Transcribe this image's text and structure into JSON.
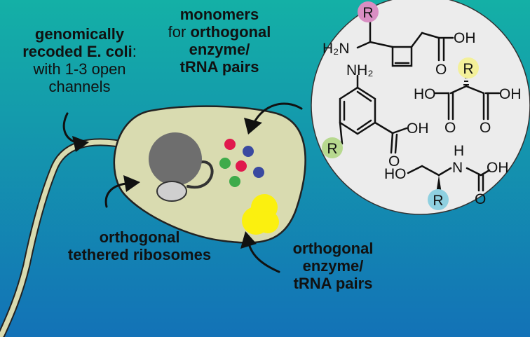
{
  "labels": {
    "genomic": {
      "line1": "genomically",
      "line2a": "recoded E. coli",
      "line2b": ":",
      "line3": "with 1-3 open",
      "line4": "channels"
    },
    "monomers": {
      "line1": "monomers",
      "line2a": "for ",
      "line2b": "orthogonal",
      "line3": "enzyme/",
      "line4": "tRNA pairs"
    },
    "ribosomes": {
      "line1": "orthogonal",
      "line2": "tethered ribosomes"
    },
    "enzyme": {
      "line1": "orthogonal",
      "line2": "enzyme/",
      "line3": "tRNA pairs"
    }
  },
  "chem": {
    "r_group": "R",
    "h2n": "H₂N",
    "nh2": "NH₂",
    "oh": "OH",
    "ho": "HO",
    "o": "O",
    "h": "H",
    "n": "N"
  },
  "colors": {
    "bg_top": "#14b0a6",
    "bg_bottom": "#1372b7",
    "cell_fill": "#d9dbb0",
    "circle_fill": "#ececec",
    "r_pink": "#d98ec3",
    "r_yellow": "#f3f09a",
    "r_green": "#b7d98f",
    "r_blue": "#8fd0e0",
    "enzyme_yellow": "#fbf00f",
    "dot_red": "#e0194d",
    "dot_blue": "#3a4aa0",
    "dot_green": "#3eab4a"
  }
}
